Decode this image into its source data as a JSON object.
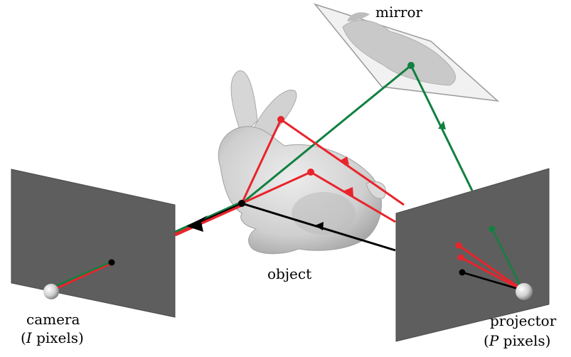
{
  "labels": {
    "mirror": "mirror",
    "object": "object",
    "camera": "camera",
    "camera_pixels_var": "I",
    "camera_pixels_suffix": " pixels)",
    "projector": "projector",
    "projector_pixels_var": "P",
    "projector_pixels_suffix": " pixels)",
    "open_paren": "("
  },
  "colors": {
    "direct_ray": "#000000",
    "indirect_ray": "#e8242b",
    "mirror_ray": "#118040",
    "image_plane": "#5e5e5e",
    "mirror_fill": "#f1f1f1",
    "object_fill": "#d9d9d9"
  },
  "icons": {
    "camera_center": "sphere-icon",
    "projector_center": "sphere-icon",
    "ray_arrow": "arrow-icon"
  }
}
